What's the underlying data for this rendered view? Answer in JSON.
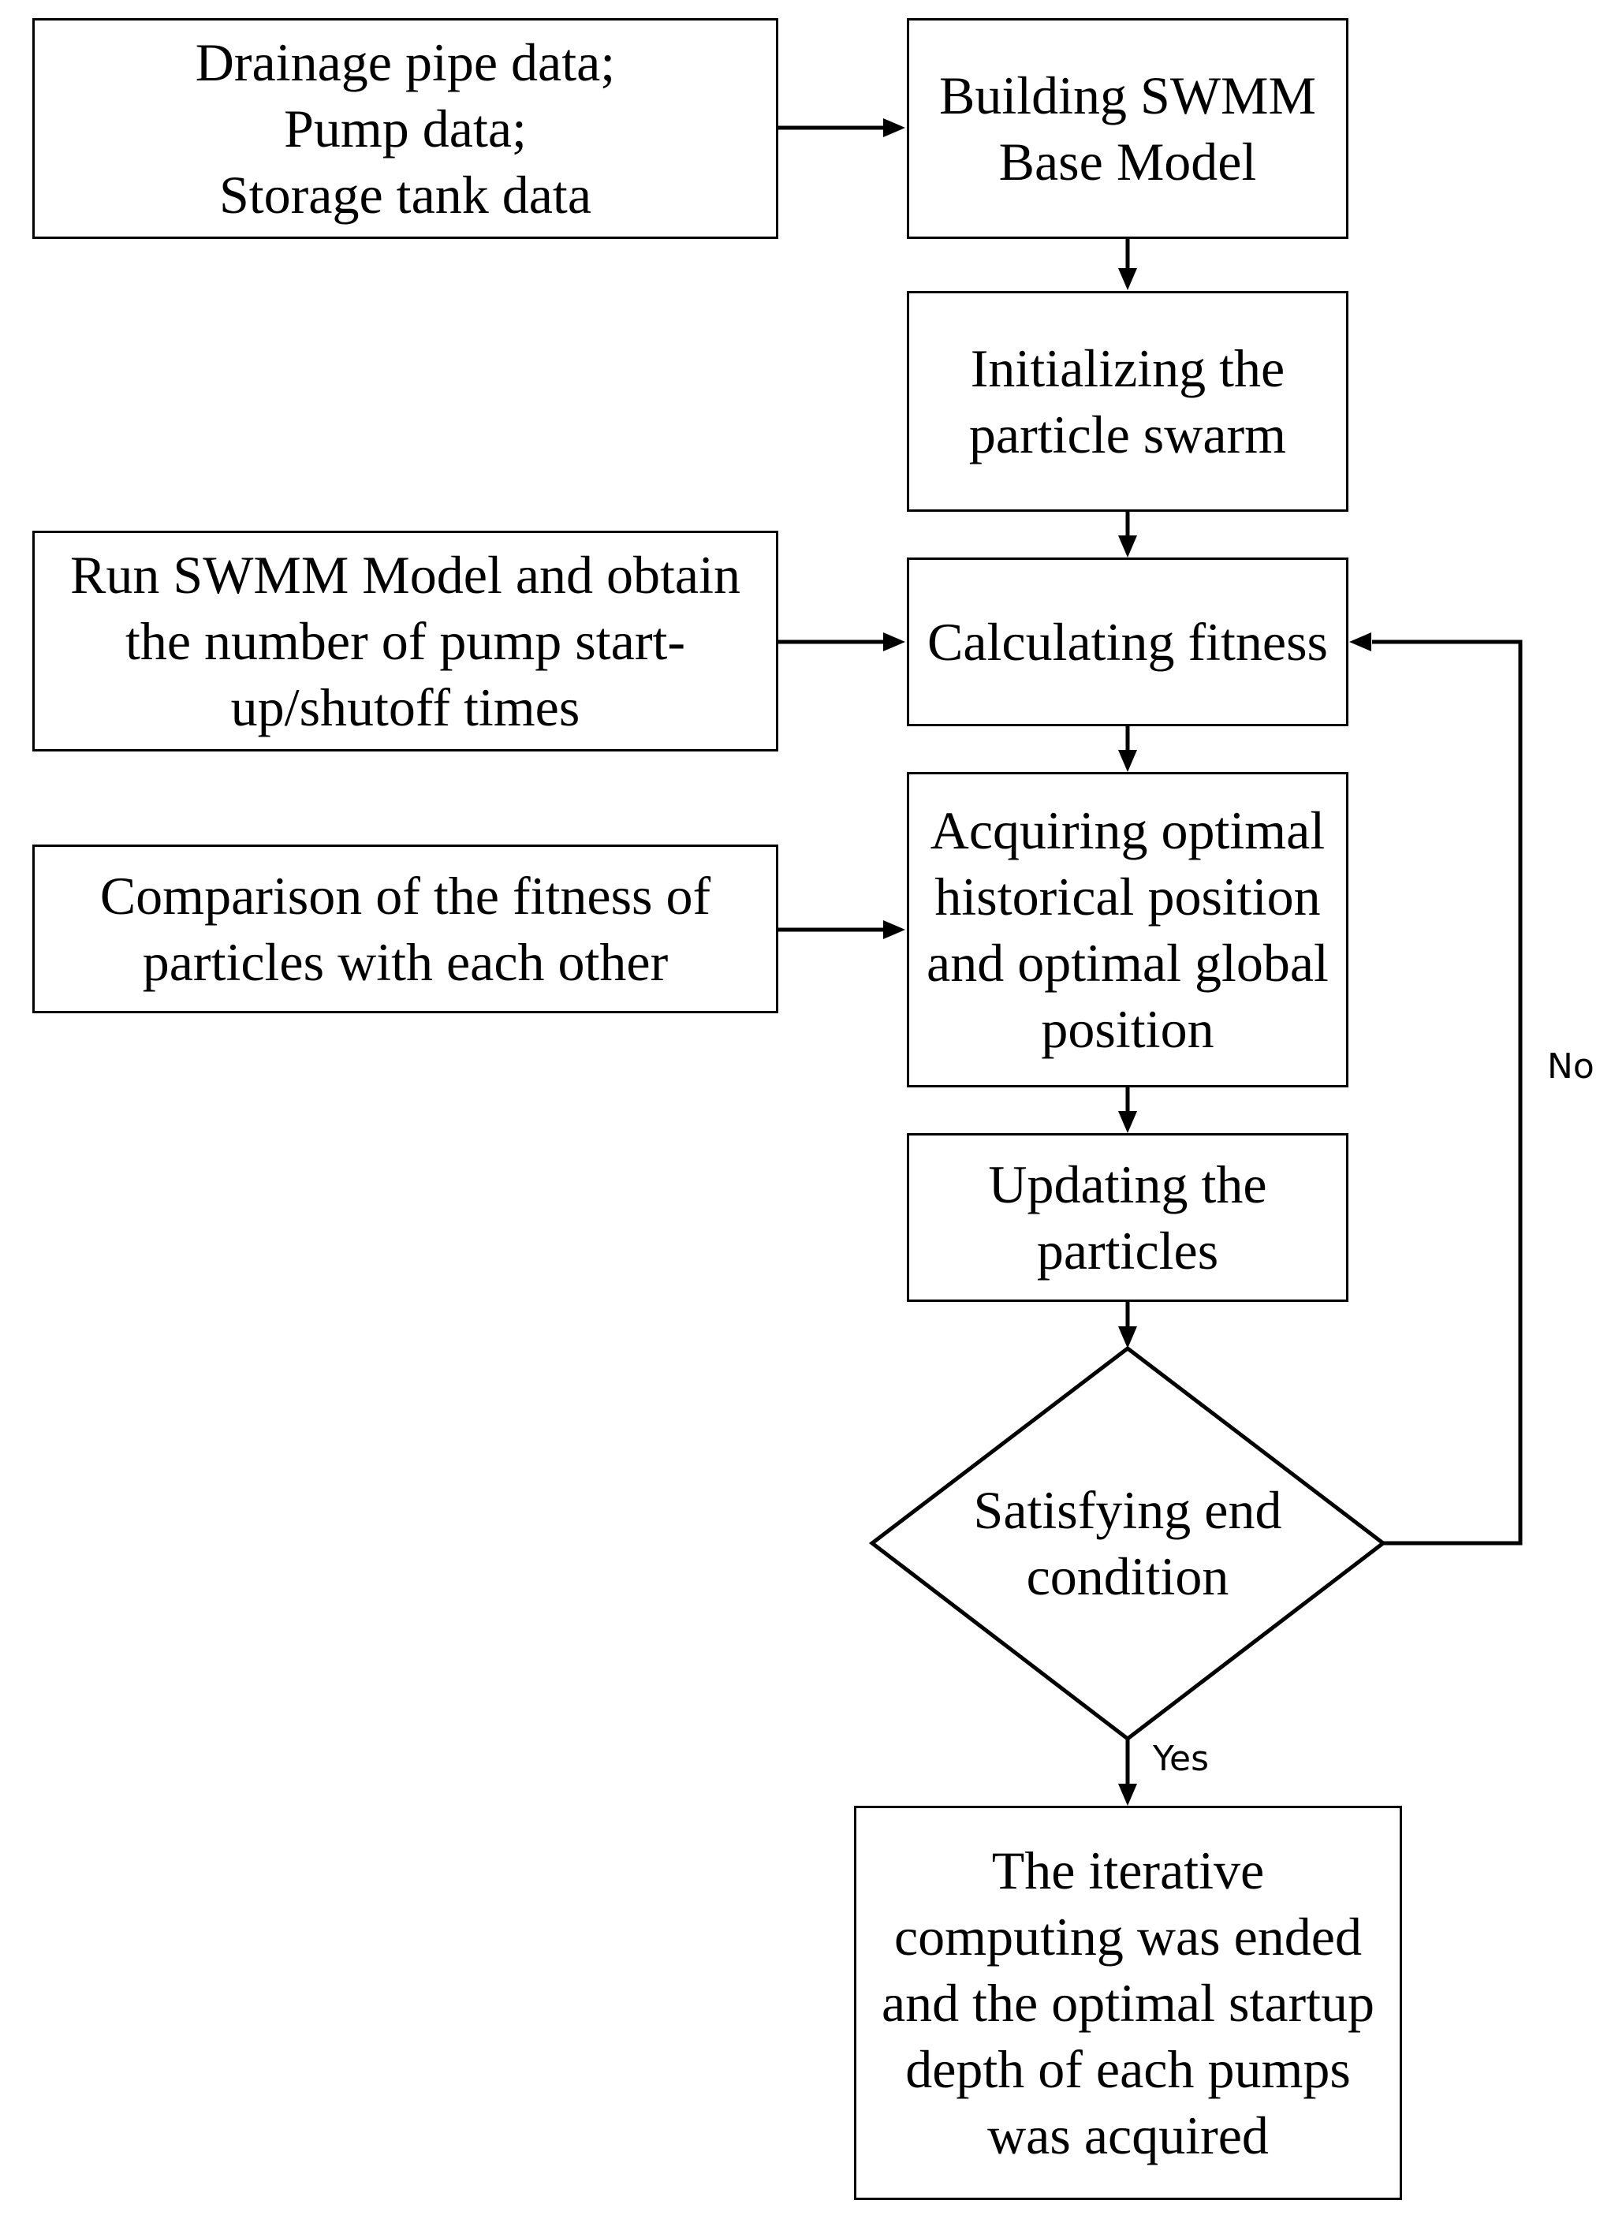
{
  "nodes": {
    "input_data": "Drainage pipe data;\nPump data;\nStorage tank data",
    "build_model": "Building SWMM\nBase Model",
    "init_swarm": "Initializing the\nparticle swarm",
    "run_model": "Run SWMM Model and obtain\nthe number of pump start-\nup/shutoff times",
    "calc_fitness": "Calculating fitness",
    "compare_fitness": "Comparison of the fitness of\nparticles with each other",
    "acquire_optimal": "Acquiring optimal\nhistorical position\nand optimal global\nposition",
    "update_particles": "Updating the\nparticles",
    "decision": "Satisfying end\ncondition",
    "result": "The iterative\ncomputing was ended\nand the optimal startup\ndepth of each pumps\nwas acquired"
  },
  "edge_labels": {
    "no": "No",
    "yes": "Yes"
  },
  "colors": {
    "stroke": "#000000",
    "background": "#ffffff"
  }
}
